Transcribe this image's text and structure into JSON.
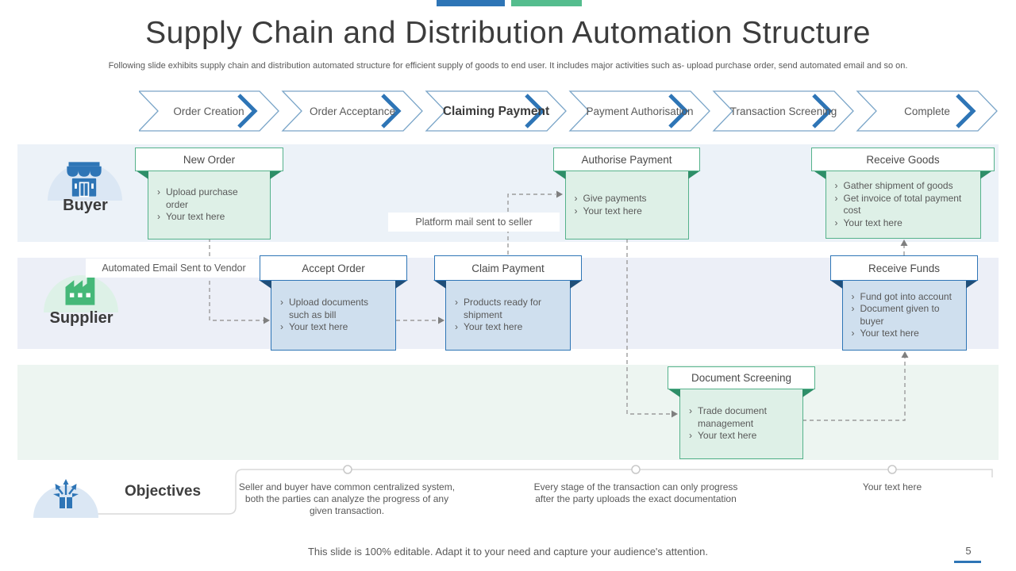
{
  "slide": {
    "title": "Supply Chain and Distribution Automation Structure",
    "subtitle": "Following slide exhibits supply chain and distribution automated structure for efficient supply of goods to end user. It includes major activities such as- upload purchase order, send automated email and so on.",
    "footer": "This slide is 100% editable. Adapt it to your need and capture your audience's attention.",
    "page_number": "5",
    "accent_blue": "#2e75b6",
    "accent_green": "#55b28b",
    "fold_dark_green": "#2e8e68",
    "fold_dark_blue": "#1f4e79"
  },
  "chevrons": {
    "items": [
      {
        "label": "Order Creation"
      },
      {
        "label": "Order Acceptance"
      },
      {
        "label": "Claiming Payment"
      },
      {
        "label": "Payment Authorisation"
      },
      {
        "label": "Transaction Screening"
      },
      {
        "label": "Complete"
      }
    ]
  },
  "lanes": {
    "buyer": {
      "label": "Buyer",
      "icon": "storefront-icon"
    },
    "supplier": {
      "label": "Supplier",
      "icon": "factory-icon"
    }
  },
  "labels": {
    "automated_email": "Automated Email Sent to Vendor",
    "platform_mail": "Platform mail sent to seller"
  },
  "boxes": {
    "new_order": {
      "title": "New Order",
      "bullets": [
        "Upload purchase order",
        "Your text here"
      ]
    },
    "authorise_payment": {
      "title": "Authorise Payment",
      "bullets": [
        "Give payments",
        "Your text here"
      ]
    },
    "receive_goods": {
      "title": "Receive Goods",
      "bullets": [
        "Gather shipment of goods",
        "Get invoice of total payment cost",
        "Your text here"
      ]
    },
    "accept_order": {
      "title": "Accept Order",
      "bullets": [
        "Upload documents such as bill",
        "Your text here"
      ]
    },
    "claim_payment": {
      "title": "Claim Payment",
      "bullets": [
        "Products ready for shipment",
        "Your text here"
      ]
    },
    "receive_funds": {
      "title": "Receive Funds",
      "bullets": [
        "Fund got into account",
        "Document given to buyer",
        "Your text here"
      ]
    },
    "document_screening": {
      "title": "Document Screening",
      "bullets": [
        "Trade document management",
        "Your text here"
      ]
    }
  },
  "objectives": {
    "label": "Objectives",
    "icon": "gift-box-icon",
    "items": [
      {
        "text": "Seller and buyer have common centralized system, both the parties can analyze the progress of any given transaction."
      },
      {
        "text": "Every stage of the transaction can only progress after the party uploads the exact documentation"
      },
      {
        "text": "Your text here"
      }
    ]
  }
}
